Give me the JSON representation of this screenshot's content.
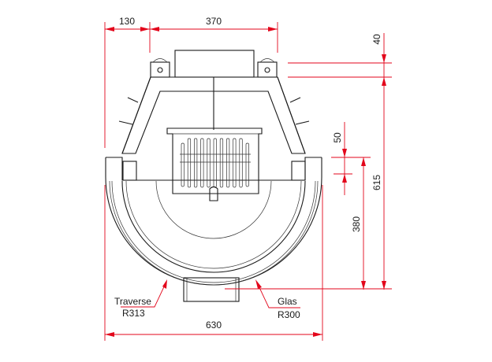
{
  "dimensions": {
    "left_offset": "130",
    "top_width": "370",
    "top_height": "40",
    "total_depth": "615",
    "grate_step": "50",
    "glass_depth": "380",
    "total_width": "630"
  },
  "labels": {
    "traverse": "Traverse",
    "traverse_radius": "R313",
    "glas": "Glas",
    "glas_radius": "R300"
  },
  "colors": {
    "dimension": "#e3061b",
    "drawing": "#1a1a1a"
  }
}
